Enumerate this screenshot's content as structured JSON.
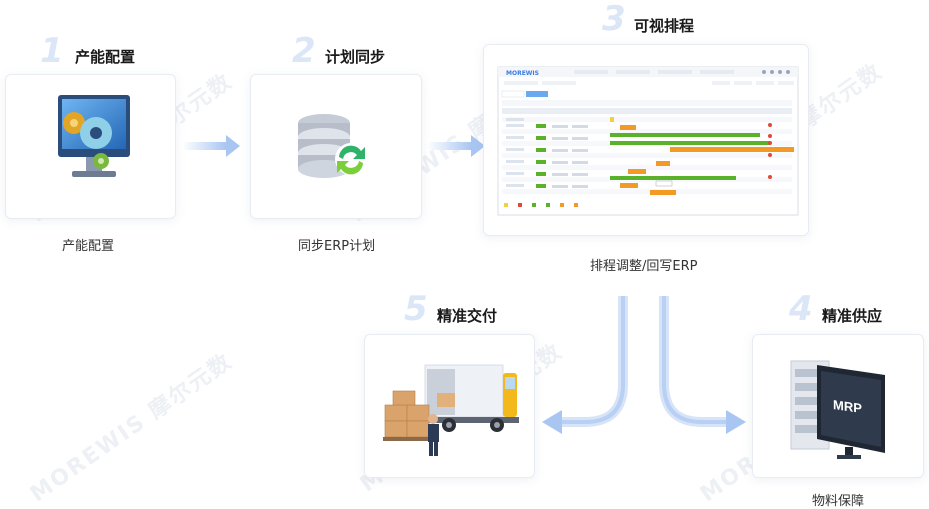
{
  "steps": [
    {
      "number": "1",
      "title": "产能配置",
      "caption": "产能配置"
    },
    {
      "number": "2",
      "title": "计划同步",
      "caption": "同步ERP计划"
    },
    {
      "number": "3",
      "title": "可视排程",
      "caption": "排程调整/回写ERP"
    },
    {
      "number": "4",
      "title": "精准供应",
      "caption": "物料保障"
    },
    {
      "number": "5",
      "title": "精准交付",
      "caption": ""
    }
  ],
  "mrp_label": "MRP",
  "watermark": "MOREWIS 摩尔元数",
  "colors": {
    "accent": "#3a7be0",
    "arrow": "#a9c6f2",
    "green": "#59b22a",
    "orange": "#f39a24"
  }
}
